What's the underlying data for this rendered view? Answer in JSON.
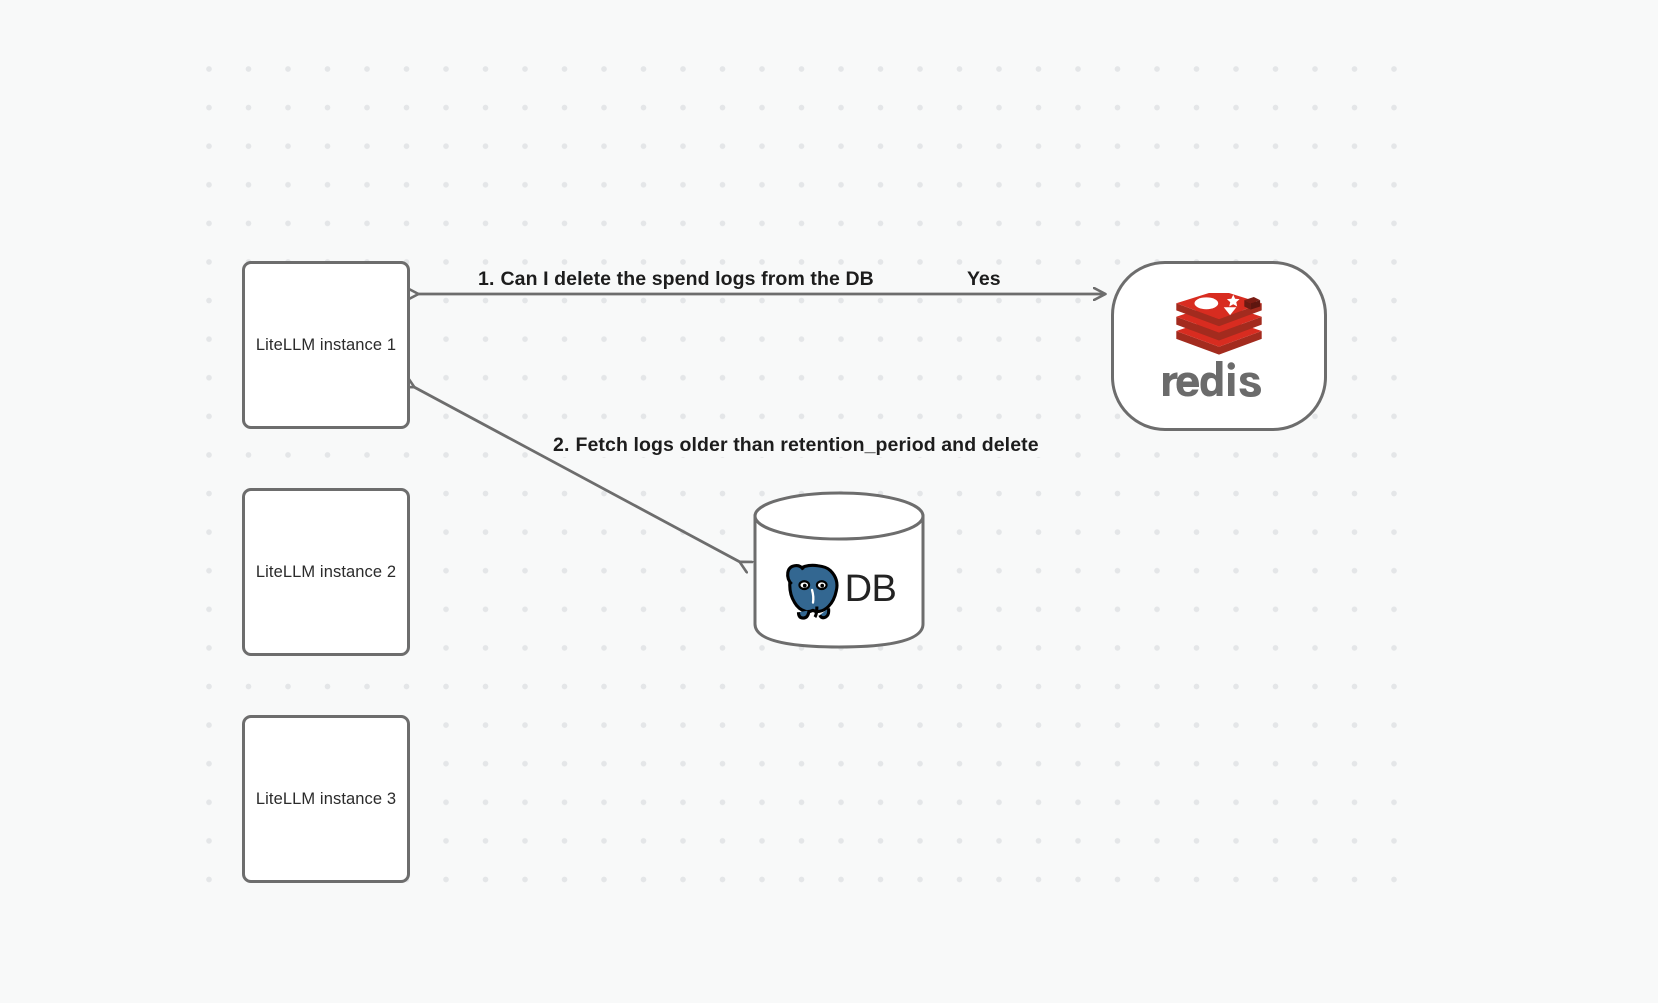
{
  "canvas": {
    "background_color": "#f8f9f9",
    "dot_color": "#e4e6e8"
  },
  "nodes": [
    {
      "id": "litellm-1",
      "label": "LiteLLM instance 1",
      "shape": "rounded-rect"
    },
    {
      "id": "litellm-2",
      "label": "LiteLLM instance 2",
      "shape": "rounded-rect"
    },
    {
      "id": "litellm-3",
      "label": "LiteLLM instance 3",
      "shape": "rounded-rect"
    },
    {
      "id": "redis",
      "label": "redis",
      "shape": "stadium",
      "logo": "redis-logo"
    },
    {
      "id": "database",
      "label": "DB",
      "shape": "cylinder",
      "logo": "postgresql-elephant-logo"
    }
  ],
  "edges": [
    {
      "id": "edge-1",
      "from": "redis",
      "to": "litellm-1",
      "number": "1.",
      "label": "Can I delete the spend logs from the DB",
      "answer": "Yes"
    },
    {
      "id": "edge-2",
      "from": "litellm-1",
      "to": "database",
      "number": "2.",
      "label": "Fetch logs older than retention_period and delete"
    }
  ],
  "colors": {
    "node_border": "#6d6d6d",
    "node_fill": "#ffffff",
    "edge_stroke": "#6d6d6d",
    "label_text": "#1d1d1d",
    "node_text": "#2b2b2b",
    "redis_red": "#d82c20",
    "redis_red_dark": "#a32b1e",
    "redis_wordmark_gray": "#6b6b6b",
    "postgres_blue": "#336791",
    "db_text": "#232323"
  }
}
